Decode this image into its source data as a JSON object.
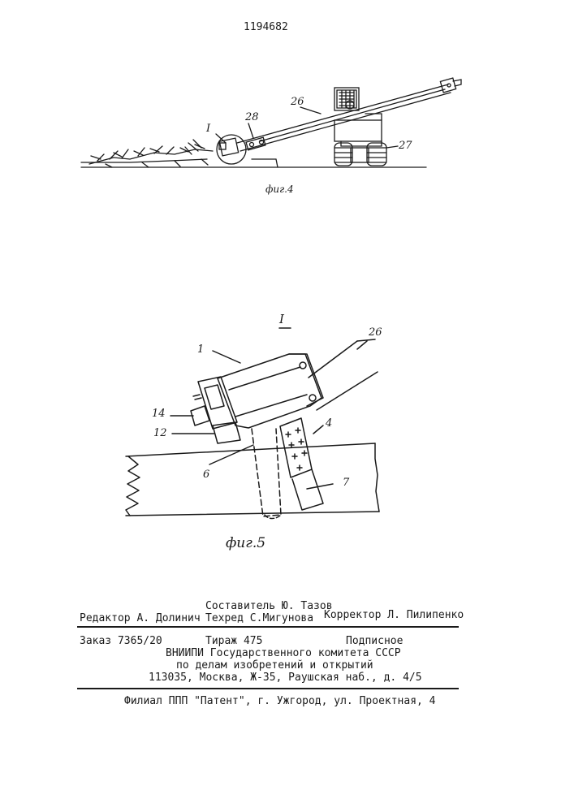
{
  "patent_number": "1194682",
  "figure4": {
    "caption": "фиг.4",
    "labels": {
      "view_mark": "I",
      "label_28": "28",
      "label_26": "26",
      "label_27": "27"
    }
  },
  "figure5": {
    "caption": "фиг.5",
    "view_title": "I",
    "labels": {
      "label_1": "1",
      "label_26": "26",
      "label_14": "14",
      "label_12": "12",
      "label_6": "6",
      "label_4": "4",
      "label_7": "7"
    }
  },
  "imprint": {
    "editor": "Редактор А. Долинич",
    "compiler": "Составитель Ю. Тазов",
    "techeditor": "Техред С.Мигунова",
    "corrector": "Корректор Л. Пилипенко",
    "order": "Заказ 7365/20",
    "circulation": "Тираж 475",
    "subscription": "Подписное",
    "org_line1": "ВНИИПИ Государственного комитета СССР",
    "org_line2": "по делам изобретений и открытий",
    "address": "113035, Москва, Ж-35, Раушская наб., д. 4/5",
    "branch": "Филиал ППП \"Патент\", г. Ужгород, ул. Проектная, 4"
  }
}
